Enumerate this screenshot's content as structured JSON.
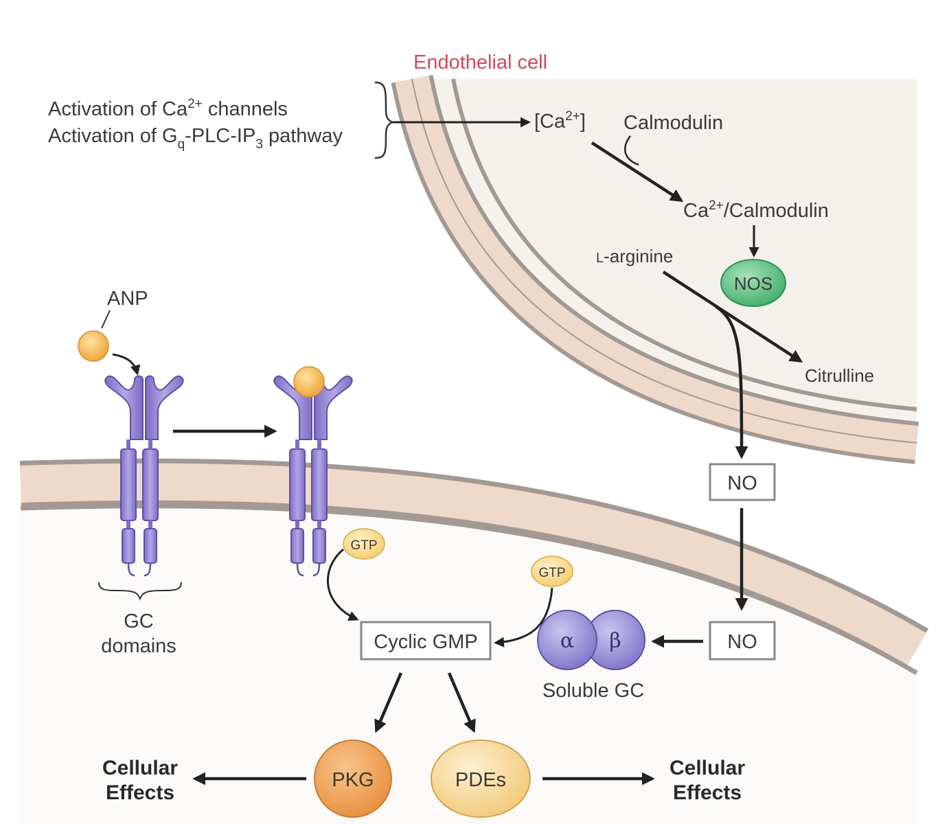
{
  "labels": {
    "endothelial_cell": "Endothelial cell",
    "activation_ca_prefix": "Activation of Ca",
    "activation_ca_sup": "2+",
    "activation_ca_suffix": " channels",
    "activation_gq_prefix": "Activation of G",
    "activation_gq_sub": "q",
    "activation_gq_mid": "-PLC-IP",
    "activation_gq_sub2": "3",
    "activation_gq_suffix": " pathway",
    "ca_bracket_open": "[Ca",
    "ca_sup": "2+",
    "ca_bracket_close": "]",
    "calmodulin": "Calmodulin",
    "ca_calmodulin_prefix": "Ca",
    "ca_calmodulin_sup": "2+",
    "ca_calmodulin_suffix": "/Calmodulin",
    "l_prefix": "L",
    "arginine": "-arginine",
    "nos": "NOS",
    "citrulline": "Citrulline",
    "anp": "ANP",
    "no_top": "NO",
    "no_bottom": "NO",
    "gtp_left": "GTP",
    "gtp_right": "GTP",
    "gc_domains_line1": "GC",
    "gc_domains_line2": "domains",
    "cyclic_gmp": "Cyclic GMP",
    "alpha": "α",
    "beta": "β",
    "soluble_gc": "Soluble GC",
    "pkg": "PKG",
    "pdes": "PDEs",
    "cellular_effects_left_1": "Cellular",
    "cellular_effects_left_2": "Effects",
    "cellular_effects_right_1": "Cellular",
    "cellular_effects_right_2": "Effects"
  },
  "colors": {
    "membrane_fill": "#efd9cb",
    "membrane_edge": "#a09890",
    "cell_interior": "#f6f3ef",
    "receptor": "#9b8ad0",
    "receptor_dark": "#6e5fae",
    "anp_ball": "#f2b84e",
    "gtp": "#f7d98a",
    "nos": "#6ac48a",
    "sgc": "#8f87d2",
    "pkg": "#ee9c4e",
    "pdes": "#f7d79a",
    "red_label": "#d04a5a"
  }
}
